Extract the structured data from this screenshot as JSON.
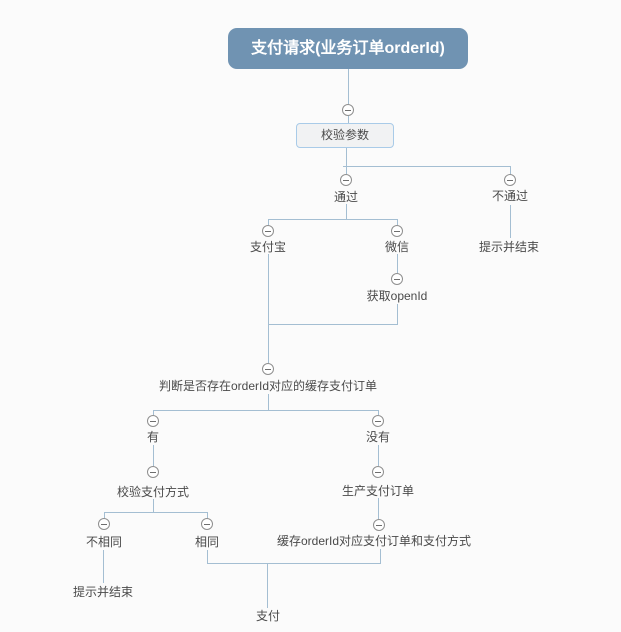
{
  "canvas": {
    "background": "#fbfbfb",
    "connector_color": "#a4bed2",
    "root_fill": "#7093b2",
    "root_text_color": "#ffffff",
    "node_text_color": "#4a4a4a",
    "box_fill": "#f1f2f3",
    "box_border_color": "#a9cbe8",
    "collapse_border_color": "#8f8f8f",
    "collapse_glyph_color": "#6e6e6e",
    "collapse_icon_glyph": "minus"
  },
  "nodes": {
    "root": "支付请求(业务订单orderId)",
    "validate_params": "校验参数",
    "pass": "通过",
    "fail": "不通过",
    "fail_end": "提示并结束",
    "alipay": "支付宝",
    "wechat": "微信",
    "get_openid": "获取openId",
    "check_cached_order": "判断是否存在orderId对应的缓存支付订单",
    "has": "有",
    "has_not": "没有",
    "verify_pay_method": "校验支付方式",
    "not_same": "不相同",
    "same": "相同",
    "not_same_end": "提示并结束",
    "create_pay_order": "生产支付订单",
    "cache_order": "缓存orderId对应支付订单和支付方式",
    "pay": "支付"
  }
}
